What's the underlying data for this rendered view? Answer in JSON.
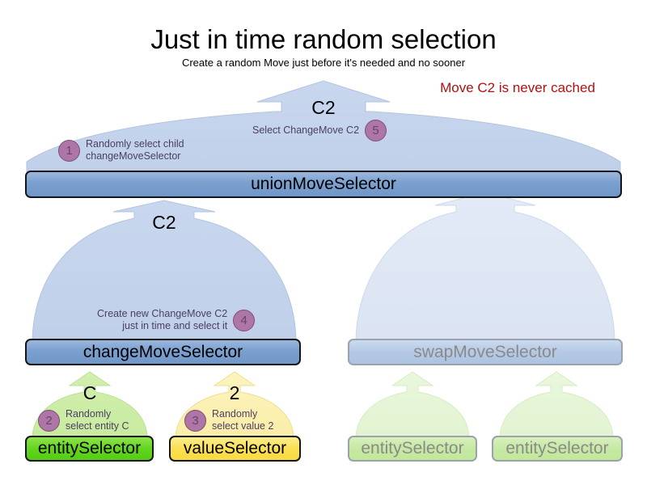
{
  "header": {
    "title": "Just in time random selection",
    "subtitle": "Create a random Move just before it's needed and no sooner",
    "note": "Move C2 is never cached"
  },
  "diagram": {
    "type": "tree",
    "nodes": {
      "union": {
        "label": "unionMoveSelector",
        "hill_label": "C2",
        "style": "active-blue"
      },
      "change": {
        "label": "changeMoveSelector",
        "hill_label": "C2",
        "style": "active-blue"
      },
      "swap": {
        "label": "swapMoveSelector",
        "hill_label": "",
        "style": "faded-blue"
      },
      "entity_left": {
        "label": "entitySelector",
        "hill_label": "C",
        "style": "active-green"
      },
      "value_left": {
        "label": "valueSelector",
        "hill_label": "2",
        "style": "active-yellow"
      },
      "entity_right_1": {
        "label": "entitySelector",
        "hill_label": "",
        "style": "faded-green"
      },
      "entity_right_2": {
        "label": "entitySelector",
        "hill_label": "",
        "style": "faded-green"
      }
    },
    "steps": [
      {
        "number": "1",
        "line1": "Randomly select child",
        "line2": "changeMoveSelector"
      },
      {
        "number": "2",
        "line1": "Randomly",
        "line2": "select entity C"
      },
      {
        "number": "3",
        "line1": "Randomly",
        "line2": "select value 2"
      },
      {
        "number": "4",
        "line1": "Create new ChangeMove C2",
        "line2": "just in time and select it"
      },
      {
        "number": "5",
        "line1": "Select ChangeMove C2",
        "line2": ""
      }
    ]
  },
  "colors": {
    "hill_blue": "#c3d3ec",
    "hill_blue_faded": "#dfe7f5",
    "hill_green": "#cdeda8",
    "hill_green_faded": "#e5f5d6",
    "hill_yellow": "#fbf0b4",
    "bar_blue": "#7aa0cf",
    "bar_green": "#62d51f",
    "bar_yellow": "#fbe053",
    "badge_purple": "#ae76a6",
    "note_red": "#b50f0f"
  }
}
